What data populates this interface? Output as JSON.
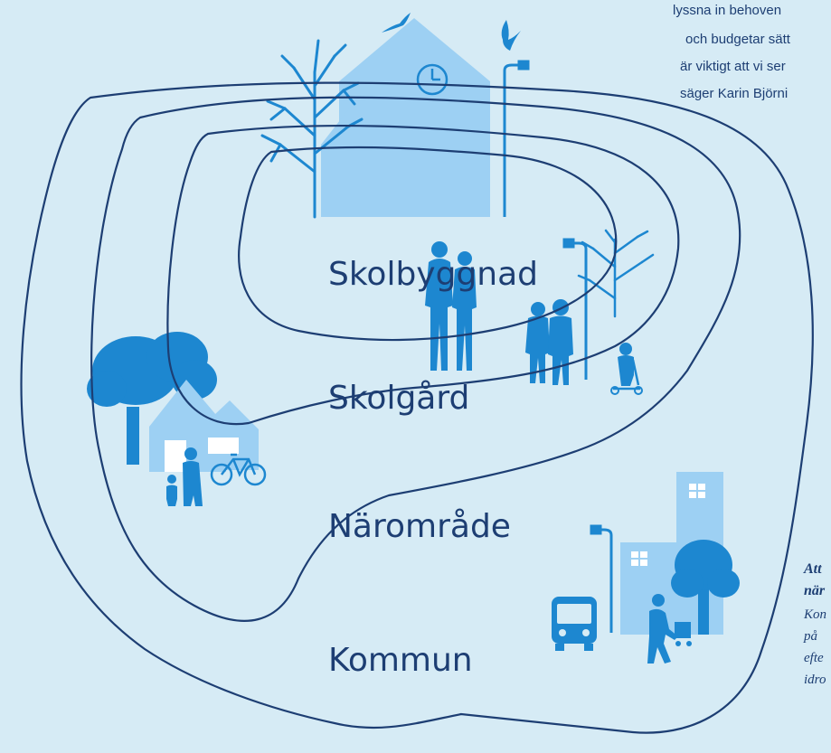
{
  "zones": {
    "inner": "Skolbyggnad",
    "second": "Skolgård",
    "third": "Närområde",
    "outer": "Kommun"
  },
  "quote": {
    "lines": [
      "lyssna in behoven",
      "och budgetar sätt",
      "är viktigt att vi ser",
      "säger Karin Björni"
    ]
  },
  "caption": {
    "bold_lines": [
      "Att",
      "när"
    ],
    "lines": [
      "Kon",
      "på",
      "efte",
      "idro"
    ]
  },
  "colors": {
    "background": "#d6ebf5",
    "line": "#1d3e73",
    "light_blue": "#9dd0f3",
    "mid_blue": "#3a9bd9",
    "dark_blue": "#1d87d0",
    "text": "#1d3e73"
  },
  "icons": [
    "bird-icon",
    "clock-icon",
    "street-lamp-icon",
    "tree-icon",
    "people-silhouette-icon",
    "house-icon",
    "bicycle-icon",
    "bus-icon",
    "apartment-building-icon",
    "stroller-icon",
    "scooter-icon"
  ]
}
